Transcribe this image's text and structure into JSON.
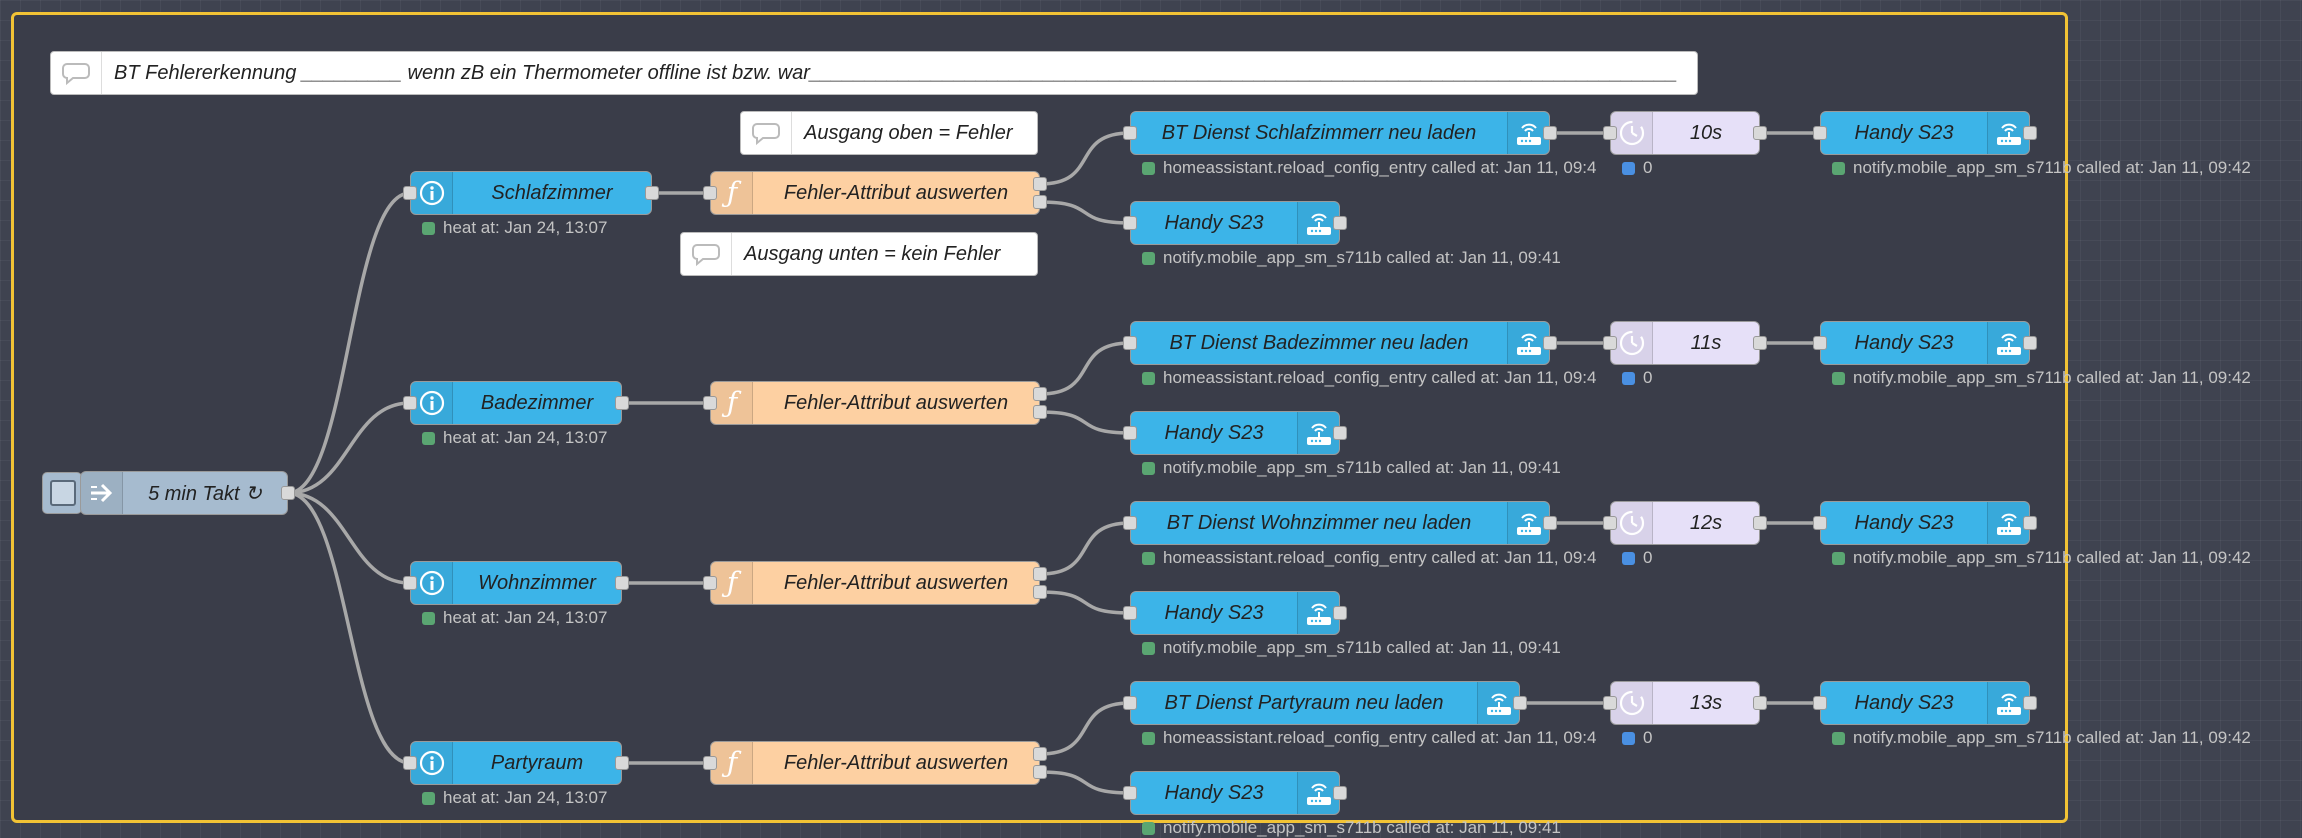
{
  "group": {
    "border_color": "#f2c335"
  },
  "colors": {
    "debug_node": "#3cb4e8",
    "function_node": "#fdd0a2",
    "delay_node": "#e6e0f8",
    "inject_node": "#a6bbcf",
    "status_green": "#5aa672",
    "status_blue": "#4a90e2"
  },
  "comments": {
    "title": "BT Fehlererkennung _________ wenn zB ein Thermometer offline ist bzw. war______________________________________________________________________________",
    "out_top": "Ausgang oben = Fehler",
    "out_bottom": "Ausgang unten = kein Fehler"
  },
  "inject": {
    "label": "5 min Takt ↻",
    "icon": "arrow-right-icon"
  },
  "rows": [
    {
      "room": "Schlafzimmer",
      "room_status": "heat at: Jan 24, 13:07",
      "function": "Fehler-Attribut auswerten",
      "service": "BT Dienst Schlafzimmerr neu laden",
      "service_status": "homeassistant.reload_config_entry called at: Jan 11, 09:4",
      "delay": "10s",
      "delay_status": "0",
      "phone_right": "Handy S23",
      "phone_right_status": "notify.mobile_app_sm_s711b called at: Jan 11, 09:42",
      "phone_bottom": "Handy S23",
      "phone_bottom_status": "notify.mobile_app_sm_s711b called at: Jan 11, 09:41"
    },
    {
      "room": "Badezimmer",
      "room_status": "heat at: Jan 24, 13:07",
      "function": "Fehler-Attribut auswerten",
      "service": "BT Dienst Badezimmer neu laden",
      "service_status": "homeassistant.reload_config_entry called at: Jan 11, 09:4",
      "delay": "11s",
      "delay_status": "0",
      "phone_right": "Handy S23",
      "phone_right_status": "notify.mobile_app_sm_s711b called at: Jan 11, 09:42",
      "phone_bottom": "Handy S23",
      "phone_bottom_status": "notify.mobile_app_sm_s711b called at: Jan 11, 09:41"
    },
    {
      "room": "Wohnzimmer",
      "room_status": "heat at: Jan 24, 13:07",
      "function": "Fehler-Attribut auswerten",
      "service": "BT Dienst Wohnzimmer neu laden",
      "service_status": "homeassistant.reload_config_entry called at: Jan 11, 09:4",
      "delay": "12s",
      "delay_status": "0",
      "phone_right": "Handy S23",
      "phone_right_status": "notify.mobile_app_sm_s711b called at: Jan 11, 09:42",
      "phone_bottom": "Handy S23",
      "phone_bottom_status": "notify.mobile_app_sm_s711b called at: Jan 11, 09:41"
    },
    {
      "room": "Partyraum",
      "room_status": "heat at: Jan 24, 13:07",
      "function": "Fehler-Attribut auswerten",
      "service": "BT Dienst Partyraum neu laden",
      "service_status": "homeassistant.reload_config_entry called at: Jan 11, 09:4",
      "delay": "13s",
      "delay_status": "0",
      "phone_right": "Handy S23",
      "phone_right_status": "notify.mobile_app_sm_s711b called at: Jan 11, 09:42",
      "phone_bottom": "Handy S23",
      "phone_bottom_status": "notify.mobile_app_sm_s711b called at: Jan 11, 09:41"
    }
  ]
}
